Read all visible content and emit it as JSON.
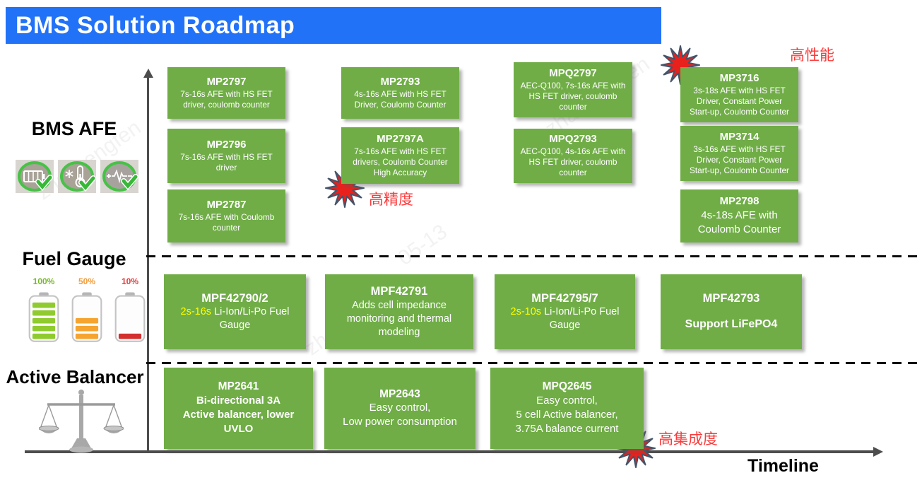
{
  "header": {
    "title": "BMS Solution Roadmap"
  },
  "watermark": {
    "text": "zhaimengfen",
    "text2": "05-13"
  },
  "colors": {
    "accent_blue": "#2272f8",
    "box_green": "#70ad47",
    "highlight_yellow": "#ffff00",
    "alert_red": "#fb3b3b"
  },
  "sections": {
    "afe": {
      "label": "BMS AFE"
    },
    "fuel": {
      "label": "Fuel Gauge"
    },
    "balancer": {
      "label": "Active Balancer"
    }
  },
  "fuel_batteries": [
    {
      "percent": "100%"
    },
    {
      "percent": "50%"
    },
    {
      "percent": "10%"
    }
  ],
  "annotations": {
    "high_accuracy": "高精度",
    "high_performance": "高性能",
    "high_integration": "高集成度"
  },
  "timeline": {
    "label": "Timeline"
  },
  "icons": {
    "cell": "battery-monitor-icon",
    "temp": "temperature-monitor-icon",
    "current": "current-pulse-icon",
    "balance": "balance-scale-icon",
    "star": "starburst-icon"
  },
  "boxes": {
    "mp2797": {
      "title": "MP2797",
      "desc": "7s-16s AFE with HS FET\ndriver, coulomb counter"
    },
    "mp2793": {
      "title": "MP2793",
      "desc": "4s-16s AFE with HS FET\nDriver, Coulomb Counter"
    },
    "mpq2797": {
      "title": "MPQ2797",
      "desc": "AEC-Q100, 7s-16s AFE with\nHS FET driver, coulomb\ncounter"
    },
    "mp3716": {
      "title": "MP3716",
      "desc": "3s-18s AFE with HS FET\nDriver, Constant Power\nStart-up, Coulomb Counter"
    },
    "mp2796": {
      "title": "MP2796",
      "desc": "7s-16s AFE with HS FET\ndriver"
    },
    "mp2797a": {
      "title": "MP2797A",
      "desc": "7s-16s AFE with HS FET\ndrivers, Coulomb Counter\nHigh Accuracy"
    },
    "mpq2793": {
      "title": "MPQ2793",
      "desc": "AEC-Q100, 4s-16s AFE with\nHS FET driver, coulomb\ncounter"
    },
    "mp3714": {
      "title": "MP3714",
      "desc": "3s-16s AFE with HS FET\nDriver, Constant Power\nStart-up, Coulomb Counter"
    },
    "mp2787": {
      "title": "MP2787",
      "desc": "7s-16s AFE with Coulomb\ncounter"
    },
    "mp2798": {
      "title": "MP2798",
      "desc": "4s-18s AFE with\nCoulomb Counter"
    },
    "mpf42790_2": {
      "title": "MPF42790/2",
      "highlight": "2s-16s",
      "desc": "Li-Ion/Li-Po Fuel\nGauge"
    },
    "mpf42791": {
      "title": "MPF42791",
      "desc": "Adds cell impedance\nmonitoring and thermal\nmodeling"
    },
    "mpf42795_7": {
      "title": "MPF42795/7",
      "highlight": "2s-10s",
      "desc": "Li-Ion/Li-Po Fuel\nGauge"
    },
    "mpf42793": {
      "title": "MPF42793",
      "desc": "Support LiFePO4"
    },
    "mp2641": {
      "title": "MP2641",
      "desc": "Bi-directional 3A\nActive balancer, lower\nUVLO"
    },
    "mp2643": {
      "title": "MP2643",
      "desc": "Easy control,\nLow power consumption"
    },
    "mpq2645": {
      "title": "MPQ2645",
      "desc": "Easy control,\n5 cell Active balancer,\n3.75A balance current"
    }
  }
}
